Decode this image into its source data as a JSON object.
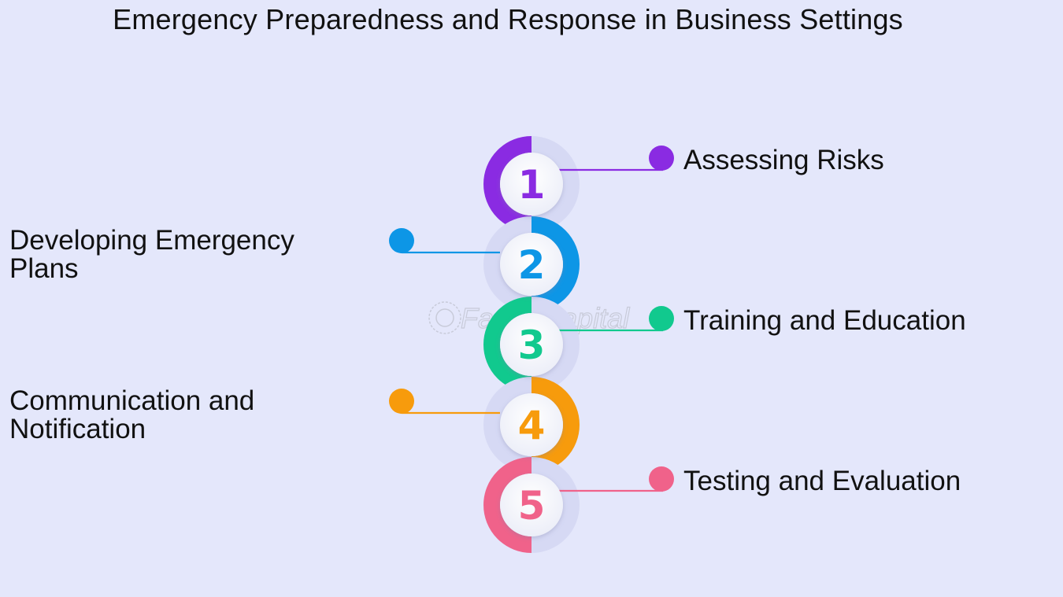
{
  "title": "Emergency Preparedness and Response in Business Settings",
  "watermark": "FasterCapital",
  "steps": [
    {
      "number": "1",
      "label": "Assessing Risks",
      "side": "right",
      "color": "#8a2be2"
    },
    {
      "number": "2",
      "label": "Developing Emergency Plans",
      "side": "left",
      "color": "#0d96e6"
    },
    {
      "number": "3",
      "label": "Training and Education",
      "side": "right",
      "color": "#11c98e"
    },
    {
      "number": "4",
      "label": "Communication and Notification",
      "side": "left",
      "color": "#f79b0c"
    },
    {
      "number": "5",
      "label": "Testing and Evaluation",
      "side": "right",
      "color": "#f0628a"
    }
  ]
}
